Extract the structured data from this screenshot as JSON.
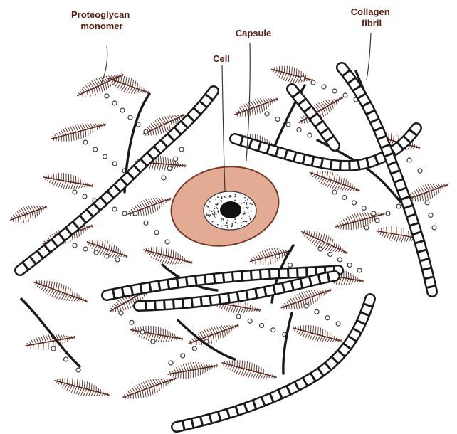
{
  "labels": {
    "proteoglycan_line1": "Proteoglycan",
    "proteoglycan_line2": "monomer",
    "capsule": "Capsule",
    "cell": "Cell",
    "collagen_line1": "Collagen",
    "collagen_line2": "fibril"
  },
  "colors": {
    "capsule_fill": "#e3aa94",
    "capsule_stroke": "#7a3a2a",
    "nucleus": "#111111",
    "stipple": "#333333",
    "label_text": "#5a1a12",
    "proteoglycan": "#5a2a20",
    "fibril": "#1a1a1a"
  }
}
